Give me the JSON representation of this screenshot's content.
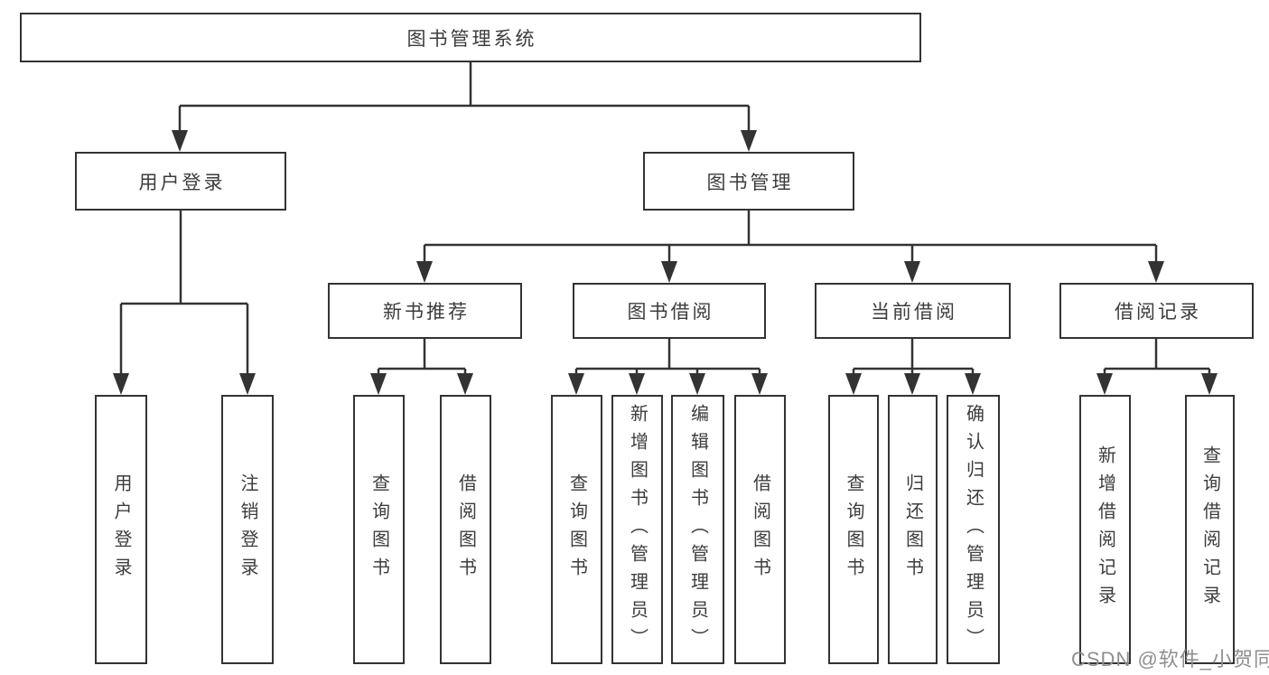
{
  "diagram_type": "hierarchy-tree",
  "colors": {
    "line": "#333333",
    "box_border": "#333333",
    "box_fill": "#ffffff",
    "text": "#3c3c3c",
    "watermark": "#8f8f8f",
    "background": "#ffffff"
  },
  "tree": {
    "label": "图书管理系统",
    "children": [
      {
        "label": "用户登录",
        "children": [
          {
            "label": "用户登录"
          },
          {
            "label": "注销登录"
          }
        ]
      },
      {
        "label": "图书管理",
        "children": [
          {
            "label": "新书推荐",
            "children": [
              {
                "label": "查询图书"
              },
              {
                "label": "借阅图书"
              }
            ]
          },
          {
            "label": "图书借阅",
            "children": [
              {
                "label": "查询图书"
              },
              {
                "label": "新增图书（管理员）"
              },
              {
                "label": "编辑图书（管理员）"
              },
              {
                "label": "借阅图书"
              }
            ]
          },
          {
            "label": "当前借阅",
            "children": [
              {
                "label": "查询图书"
              },
              {
                "label": "归还图书"
              },
              {
                "label": "确认归还（管理员）"
              }
            ]
          },
          {
            "label": "借阅记录",
            "children": [
              {
                "label": "新增借阅记录"
              },
              {
                "label": "查询借阅记录"
              }
            ]
          }
        ]
      }
    ]
  },
  "watermark": {
    "text": "CSDN @软件_小贺同学"
  }
}
